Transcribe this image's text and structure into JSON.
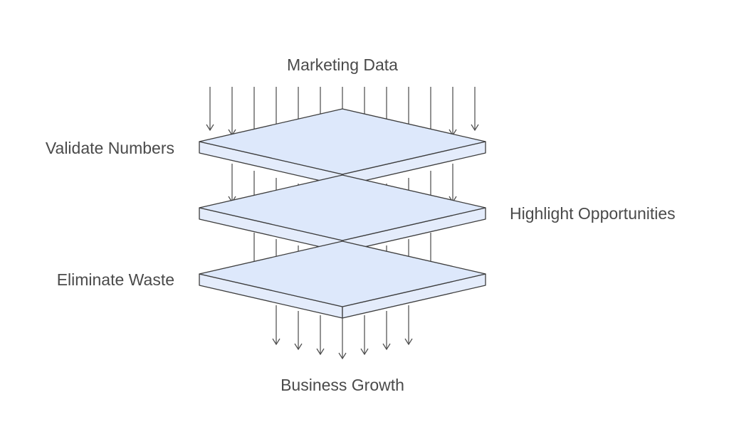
{
  "labels": {
    "input": "Marketing Data",
    "output": "Business Growth",
    "layers": [
      {
        "name": "Validate Numbers",
        "side": "left"
      },
      {
        "name": "Highlight Opportunities",
        "side": "right"
      },
      {
        "name": "Eliminate Waste",
        "side": "left"
      }
    ]
  },
  "colors": {
    "layer_top": "#dde8fb",
    "layer_side": "#e4ecfb",
    "stroke": "#3d3d3d",
    "arrow": "#4a4a4a",
    "text": "#4a4a4a"
  }
}
